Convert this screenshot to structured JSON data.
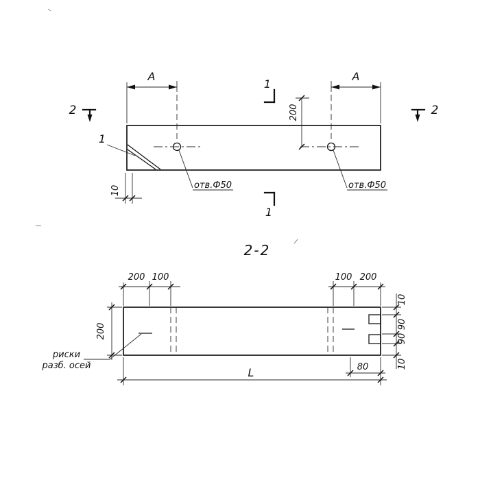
{
  "title": "2-2",
  "top_view": {
    "dim_a_left": "A",
    "dim_a_right": "A",
    "section_mark_2_left": "2",
    "section_mark_2_right": "2",
    "section_mark_1_top": "1",
    "section_mark_1_bottom": "1",
    "dim_200": "200",
    "dim_10": "10",
    "detail_label": "1",
    "hole_label_left": "отв.Ф50",
    "hole_label_right": "отв.Ф50"
  },
  "section_view": {
    "dim_top_left_200": "200",
    "dim_top_left_100": "100",
    "dim_top_right_100": "100",
    "dim_top_right_200": "200",
    "dim_left_200": "200",
    "dim_right_10_top": "10",
    "dim_right_90_upper": "90",
    "dim_right_90_lower": "90",
    "dim_right_10_bottom": "10",
    "dim_length": "L",
    "dim_80": "80",
    "axes_label_line1": "риски",
    "axes_label_line2": "разб. осей"
  },
  "line_color": "#161616",
  "background_color": "#ffffff"
}
